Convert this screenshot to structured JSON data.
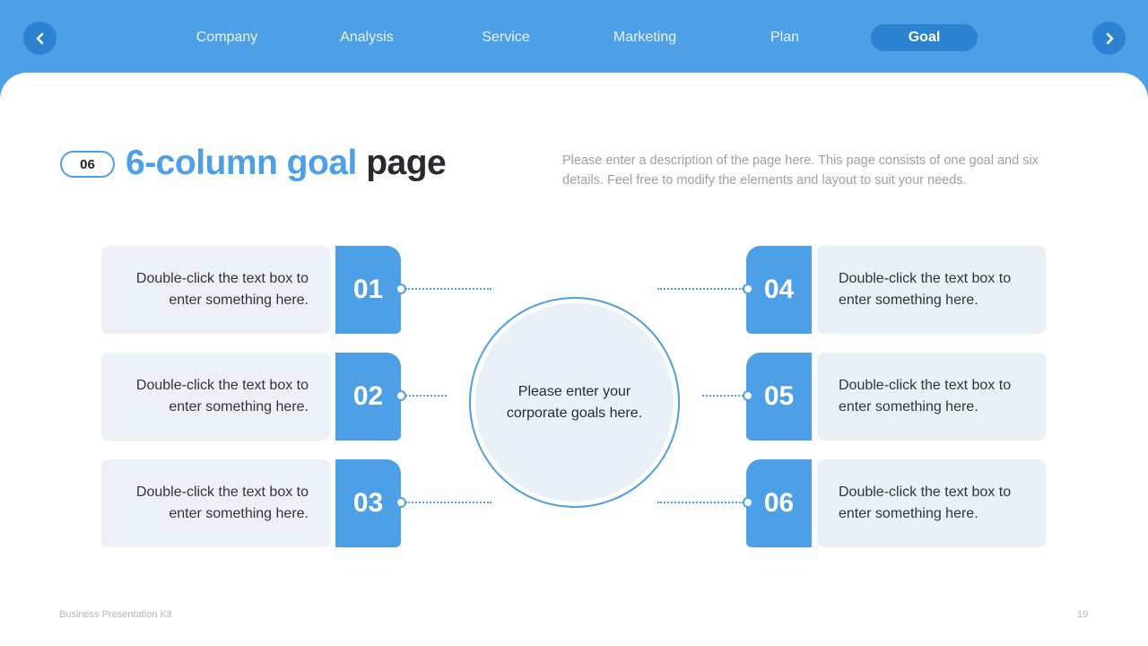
{
  "nav": {
    "prev_icon": "chevron-left-icon",
    "next_icon": "chevron-right-icon",
    "tabs": [
      {
        "label": "Company",
        "active": false
      },
      {
        "label": "Analysis",
        "active": false
      },
      {
        "label": "Service",
        "active": false
      },
      {
        "label": "Marketing",
        "active": false
      },
      {
        "label": "Plan",
        "active": false
      },
      {
        "label": "Goal",
        "active": true
      }
    ]
  },
  "header": {
    "section_number": "06",
    "title_highlight": "6-column goal",
    "title_rest": "page",
    "description": "Please enter a description of the page here. This page consists of one goal and six details. Feel free to modify the elements and layout to suit your needs."
  },
  "goal": {
    "text": "Please enter your corporate goals here."
  },
  "details": [
    {
      "number": "01",
      "text": "Double-click the text box to enter something here."
    },
    {
      "number": "02",
      "text": "Double-click the text box to enter something here."
    },
    {
      "number": "03",
      "text": "Double-click the text box to enter something here."
    },
    {
      "number": "04",
      "text": "Double-click the text box to enter something here."
    },
    {
      "number": "05",
      "text": "Double-click the text box to enter something here."
    },
    {
      "number": "06",
      "text": "Double-click the text box to enter something here."
    }
  ],
  "footer": {
    "brand": "Business Presentation Kit",
    "page_number": "19"
  },
  "colors": {
    "accent": "#4d9fe6",
    "accent_dark": "#2b82d0",
    "card_bg": "#ecf1f8",
    "title_dark": "#2a2a2e"
  }
}
